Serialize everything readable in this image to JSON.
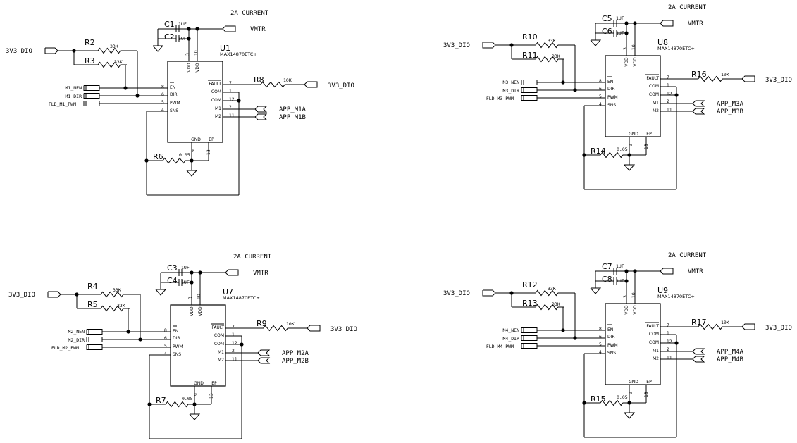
{
  "circuits": [
    {
      "current_note": "2A CURRENT",
      "ic_ref": "U1",
      "ic_part": "MAX14870ETC+",
      "cap1_ref": "C1",
      "cap1_val": "1UF",
      "cap2_ref": "C2",
      "cap2_val": "1UF",
      "vmtr": "VMTR",
      "vin": "3V3_DIO",
      "ra_ref": "R2",
      "ra_val": "33K",
      "rb_ref": "R3",
      "rb_val": "33K",
      "rf_ref": "R8",
      "rf_val": "10K",
      "rf_net": "3V3_DIO",
      "rs_ref": "R6",
      "rs_val": "0.05",
      "nen": "M1_NEN",
      "dir": "M1_DIR",
      "pwm": "FLD_M1_PWM",
      "out_a": "APP_M1A",
      "out_b": "APP_M1B"
    },
    {
      "current_note": "2A CURRENT",
      "ic_ref": "U8",
      "ic_part": "MAX14870ETC+",
      "cap1_ref": "C5",
      "cap1_val": "1UF",
      "cap2_ref": "C6",
      "cap2_val": "1UF",
      "vmtr": "VMTR",
      "vin": "3V3_DIO",
      "ra_ref": "R10",
      "ra_val": "33K",
      "rb_ref": "R11",
      "rb_val": "33K",
      "rf_ref": "R16",
      "rf_val": "10K",
      "rf_net": "3V3_DIO",
      "rs_ref": "R14",
      "rs_val": "0.05",
      "nen": "M3_NEN",
      "dir": "M3_DIR",
      "pwm": "FLD_M3_PWM",
      "out_a": "APP_M3A",
      "out_b": "APP_M3B"
    },
    {
      "current_note": "2A CURRENT",
      "ic_ref": "U7",
      "ic_part": "MAX14870ETC+",
      "cap1_ref": "C3",
      "cap1_val": "1UF",
      "cap2_ref": "C4",
      "cap2_val": "1UF",
      "vmtr": "VMTR",
      "vin": "3V3_DIO",
      "ra_ref": "R4",
      "ra_val": "33K",
      "rb_ref": "R5",
      "rb_val": "33K",
      "rf_ref": "R9",
      "rf_val": "10K",
      "rf_net": "3V3_DIO",
      "rs_ref": "R7",
      "rs_val": "0.05",
      "nen": "M2_NEN",
      "dir": "M2_DIR",
      "pwm": "FLD_M2_PWM",
      "out_a": "APP_M2A",
      "out_b": "APP_M2B"
    },
    {
      "current_note": "2A CURRENT",
      "ic_ref": "U9",
      "ic_part": "MAX14870ETC+",
      "cap1_ref": "C7",
      "cap1_val": "1UF",
      "cap2_ref": "C8",
      "cap2_val": "1UF",
      "vmtr": "VMTR",
      "vin": "3V3_DIO",
      "ra_ref": "R12",
      "ra_val": "33K",
      "rb_ref": "R13",
      "rb_val": "33K",
      "rf_ref": "R17",
      "rf_val": "10K",
      "rf_net": "3V3_DIO",
      "rs_ref": "R15",
      "rs_val": "0.05",
      "nen": "M4_NEN",
      "dir": "M4_DIR",
      "pwm": "FLD_M4_PWM",
      "out_a": "APP_M4A",
      "out_b": "APP_M4B"
    }
  ],
  "ic_pins": {
    "en": "EN",
    "dir": "DIR",
    "pwm": "PWM",
    "sns": "SNS",
    "fault": "FAULT",
    "com": "COM",
    "m1": "M1",
    "m2": "M2",
    "vdd": "VDD",
    "gnd": "GND",
    "ep": "EP",
    "n_en": "8",
    "n_dir": "6",
    "n_pwm": "5",
    "n_sns": "4",
    "n_fault": "7",
    "n_com1": "1",
    "n_com2": "12",
    "n_m1": "2",
    "n_m2": "11",
    "n_vdd1": "3",
    "n_vdd2": "10",
    "n_gnd": "9",
    "n_ep": "13"
  }
}
